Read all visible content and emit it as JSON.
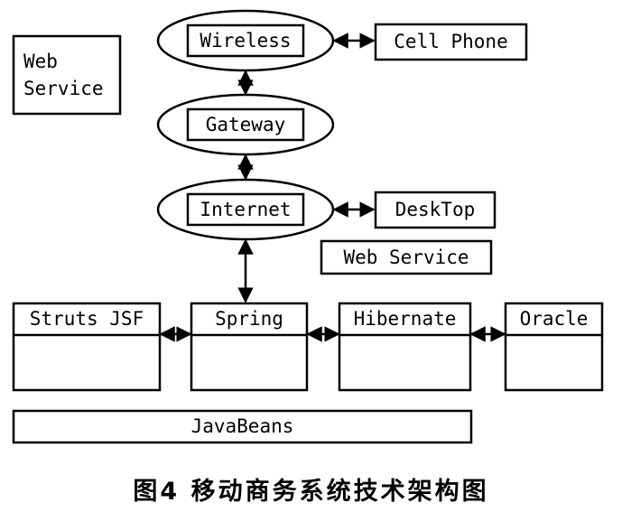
{
  "diagram": {
    "web_service_note": "Web Service",
    "nodes": {
      "wireless": "Wireless",
      "cell_phone": "Cell Phone",
      "gateway": "Gateway",
      "internet": "Internet",
      "desktop": "DeskTop",
      "web_service": "Web Service",
      "struts_jsf": "Struts JSF",
      "spring": "Spring",
      "hibernate": "Hibernate",
      "oracle": "Oracle",
      "javabeans": "JavaBeans"
    }
  },
  "caption": "图4 移动商务系统技术架构图",
  "colors": {
    "stroke": "#000000",
    "background": "#ffffff"
  }
}
